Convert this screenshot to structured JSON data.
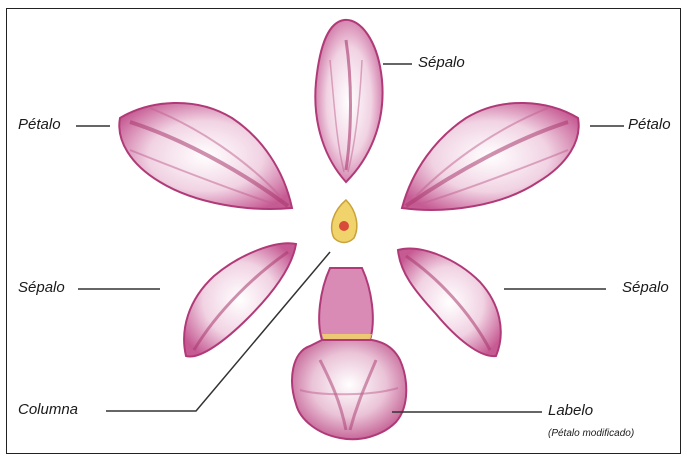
{
  "labels": {
    "sepal_top": "Sépalo",
    "petal_left": "Pétalo",
    "petal_right": "Pétalo",
    "sepal_left": "Sépalo",
    "sepal_right": "Sépalo",
    "column": "Columna",
    "labellum": "Labelo",
    "labellum_note": "(Pétalo modificado)"
  },
  "colors": {
    "petal_fill": "#f5e6ef",
    "petal_edge": "#b03a78",
    "petal_vein": "#a8386e",
    "column_yellow": "#f0d36a",
    "column_dot": "#d84a3a",
    "line": "#333333"
  }
}
